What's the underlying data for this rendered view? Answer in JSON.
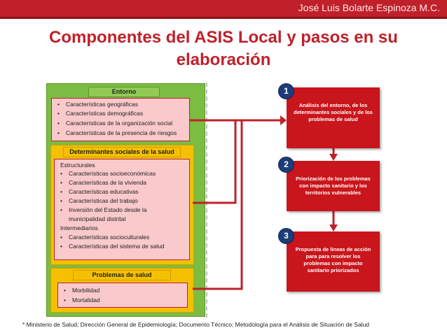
{
  "header": {
    "author": "José Luis Bolarte Espinoza M.C.",
    "title_line1": "Componentes del ASIS Local y pasos en su",
    "title_line2": "elaboración"
  },
  "left": {
    "entorno": {
      "heading": "Entorno",
      "items": [
        "Características geográficas",
        "Características demográficas",
        "Características de la organización social",
        "Características de la presencia de riesgos"
      ]
    },
    "determinantes": {
      "heading": "Determinantes sociales de la salud",
      "estructurales_label": "Estructurales",
      "estructurales": [
        "Características socioeconómicas",
        "Características de la vivienda",
        "Características educativas",
        "Características del trabajo",
        "Inversión del Estado desde la",
        "municipalidad distrital"
      ],
      "intermediarios_label": "Intermediarios",
      "intermediarios": [
        "Características socioculturales",
        "Características del sistema de salud"
      ]
    },
    "problemas": {
      "heading": "Problemas de salud",
      "items": [
        "Morbilidad",
        "Mortalidad"
      ]
    }
  },
  "steps": [
    {
      "number": "1",
      "lines": [
        "Análisis del entorno, de los",
        "determinantes sociales y de los",
        "problemas de salud"
      ]
    },
    {
      "number": "2",
      "lines": [
        "Priorización de los problemas",
        "con impacto sanitario y los",
        "territorios vulnerables"
      ]
    },
    {
      "number": "3",
      "lines": [
        "Propuesta de líneas de acción",
        "para para resolver los",
        "problemas con impacto",
        "sanitario priorizados"
      ]
    }
  ],
  "footnote": "* Ministerio de Salud; Dirección General de Epidemiología; Documento Técnico; Metodología para el Análisis de Situación de Salud",
  "colors": {
    "accent_red": "#c0202a",
    "step_red": "#c9151c",
    "step_number_blue": "#1c3d78",
    "panel_green": "#7cbc43",
    "header_yellow": "#f5c000",
    "item_pink": "#f9c9cc"
  },
  "icons": [
    "bullet-dot",
    "arrow-right",
    "arrow-down"
  ]
}
